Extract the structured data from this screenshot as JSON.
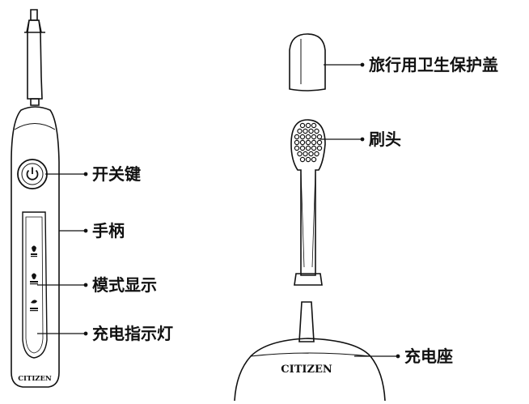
{
  "brand": "CITIZEN",
  "labels": {
    "travel_cap": "旅行用卫生保护盖",
    "brush_head": "刷头",
    "power_button": "开关键",
    "handle": "手柄",
    "mode_display": "模式显示",
    "charge_indicator": "充电指示灯",
    "charger_base": "充电座"
  },
  "mode_icons": [
    "clean-mode-icon",
    "white-mode-icon",
    "massage-mode-icon"
  ],
  "power_icon": "power-icon"
}
